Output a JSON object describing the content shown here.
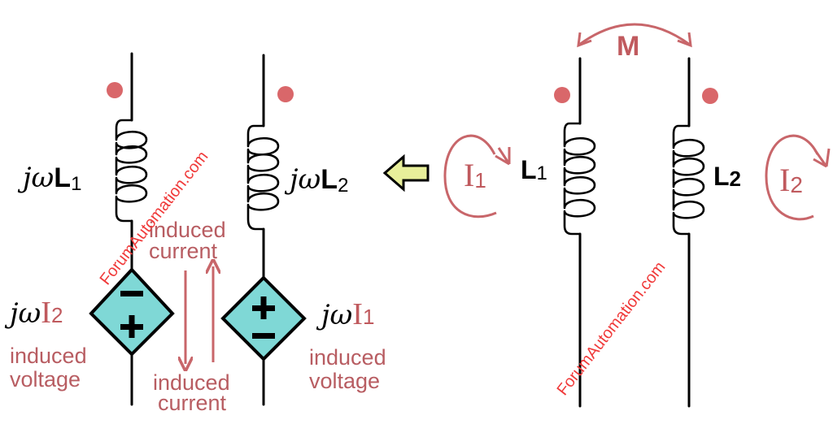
{
  "diagram": {
    "title_hidden": "Mutual inductance equivalent circuit",
    "left_circuit": {
      "inductor_1_label": {
        "prefix": "jω",
        "symbol": "L",
        "sub": "1"
      },
      "inductor_2_label": {
        "prefix": "jω",
        "symbol": "L",
        "sub": "2"
      },
      "source_1": {
        "label_prefix": "jω",
        "label_symbol": "I",
        "label_sub": "2",
        "polarity_top": "−",
        "polarity_bottom": "+",
        "caption_line1": "induced",
        "caption_line2": "voltage"
      },
      "source_2": {
        "label_prefix": "jω",
        "label_symbol": "I",
        "label_sub": "1",
        "polarity_top": "+",
        "polarity_bottom": "−",
        "caption_line1": "induced",
        "caption_line2": "voltage"
      },
      "current_top_caption": {
        "line1": "induced",
        "line2": "current"
      },
      "current_bottom_caption": {
        "line1": "induced",
        "line2": "current"
      }
    },
    "arrow_direction": "left",
    "right_circuit": {
      "mutual_label": "M",
      "inductor_1_label": {
        "symbol": "L",
        "sub": "1"
      },
      "inductor_2_label": {
        "symbol": "L",
        "sub": "2"
      },
      "current_1": {
        "symbol": "I",
        "sub": "1"
      },
      "current_2": {
        "symbol": "I",
        "sub": "2"
      }
    },
    "watermark": "ForumAutomation.com",
    "colors": {
      "accent_red": "#c05a5e",
      "dot_red": "#d9676a",
      "source_fill": "#7fd8d6",
      "arrow_fill": "#e8ef9a",
      "watermark": "#f03a3a"
    }
  }
}
